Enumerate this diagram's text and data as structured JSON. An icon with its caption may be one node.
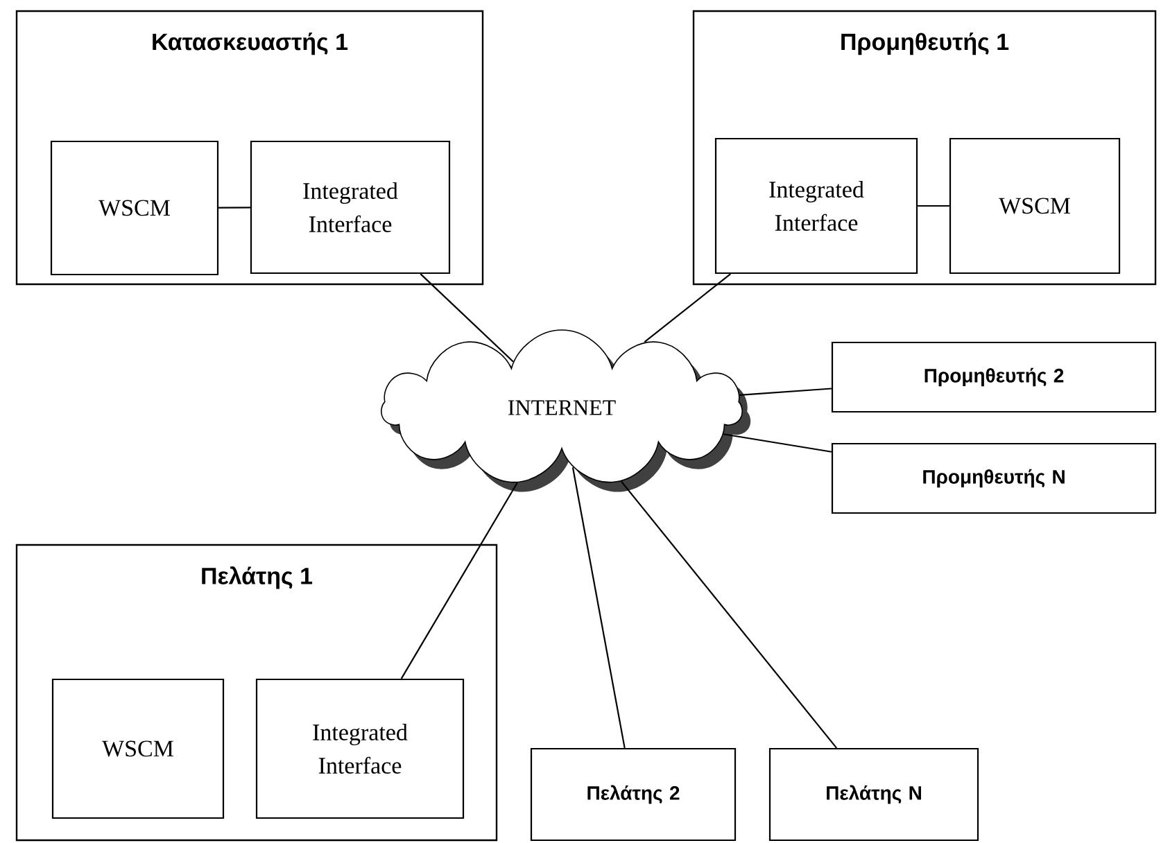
{
  "diagram": {
    "nodes": [
      {
        "text": [
          "Κατασκευαστής 1"
        ]
      },
      {
        "text": [
          "WSCM"
        ],
        "in": 0
      },
      {
        "text": [
          "Integrated Interface"
        ],
        "in": 0
      },
      {
        "text": [
          "Προμηθευτής 1"
        ]
      },
      {
        "text": [
          "Integrated Interface"
        ],
        "in": 3
      },
      {
        "text": [
          "WSCM"
        ],
        "in": 3
      },
      {
        "text": [
          "INTERNET"
        ]
      },
      {
        "text": [
          "Προμηθευτής 2"
        ]
      },
      {
        "text": [
          "Προμηθευτής N"
        ]
      },
      {
        "text": [
          "Πελάτης 1"
        ]
      },
      {
        "text": [
          "WSCM"
        ],
        "in": 9
      },
      {
        "text": [
          "Integrated Interface"
        ],
        "in": 9
      },
      {
        "text": [
          "Πελάτης 2"
        ]
      },
      {
        "text": [
          "Πελάτης N"
        ]
      }
    ],
    "edges": [
      {
        "from": 1,
        "to": 2,
        "arrow": "none"
      },
      {
        "from": 2,
        "to": 6,
        "arrow": "none"
      },
      {
        "from": 4,
        "to": 5,
        "arrow": "none"
      },
      {
        "from": 4,
        "to": 6,
        "arrow": "none"
      },
      {
        "from": 6,
        "to": 7,
        "arrow": "none"
      },
      {
        "from": 6,
        "to": 8,
        "arrow": "none"
      },
      {
        "from": 6,
        "to": 11,
        "arrow": "none"
      },
      {
        "from": 6,
        "to": 12,
        "arrow": "none"
      },
      {
        "from": 6,
        "to": 13,
        "arrow": "none"
      }
    ]
  }
}
